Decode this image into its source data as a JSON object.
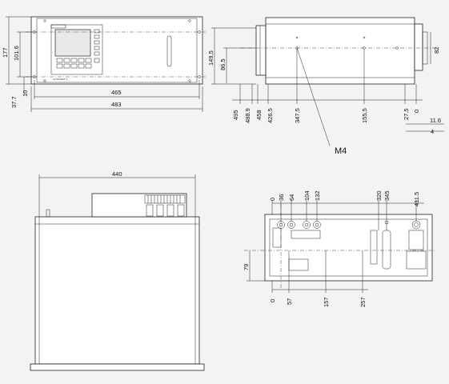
{
  "front_view": {
    "brand_text": "ULTRAMAT 6",
    "dims": {
      "width_inner": "465",
      "width_outer": "483",
      "height": "177",
      "height_inner": "101.6",
      "bottom": "37.7",
      "offset": "10"
    }
  },
  "side_view": {
    "dims_vertical": {
      "height": "149.5",
      "mid": "86.5",
      "right": "82"
    },
    "dims_horizontal": [
      "495",
      "488.9",
      "458",
      "426.5",
      "347.5",
      "155.5",
      "27.5",
      "0"
    ],
    "dims_right": {
      "a": "11.6",
      "b": "4"
    },
    "screw_label": "M4"
  },
  "top_view": {
    "dims": {
      "width": "440"
    }
  },
  "rear_view": {
    "dims_top": [
      "0",
      "36",
      "64",
      "104",
      "132",
      "320",
      "345",
      "411.5"
    ],
    "dims_bottom": [
      "0",
      "57",
      "157",
      "257"
    ],
    "dims_left": "79"
  }
}
